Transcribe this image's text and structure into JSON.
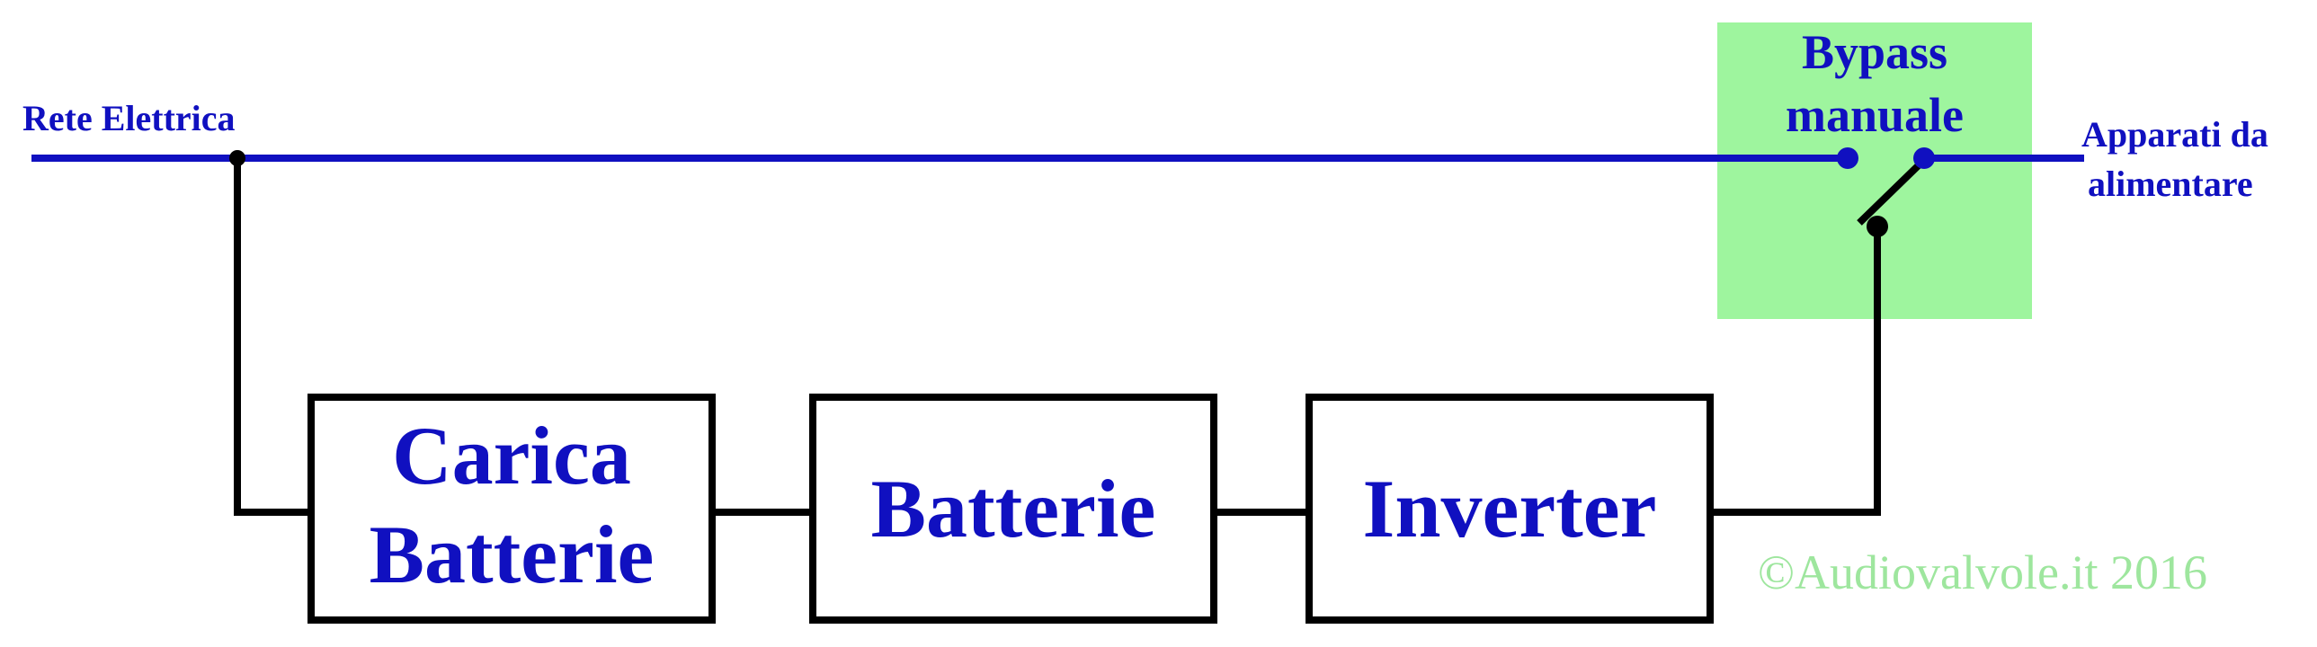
{
  "labels": {
    "mains": "Rete Elettrica",
    "load_line1": "Apparati da",
    "load_line2": "alimentare",
    "bypass_line1": "Bypass",
    "bypass_line2": "manuale"
  },
  "blocks": {
    "charger_line1": "Carica",
    "charger_line2": "Batterie",
    "batteries": "Batterie",
    "inverter": "Inverter"
  },
  "watermark": "©Audiovalvole.it 2016",
  "colors": {
    "text_blue": "#1010c0",
    "mains_line": "#1010c0",
    "wire": "#000000",
    "bypass_area": "#9ef59e",
    "watermark": "#9ee69e"
  }
}
